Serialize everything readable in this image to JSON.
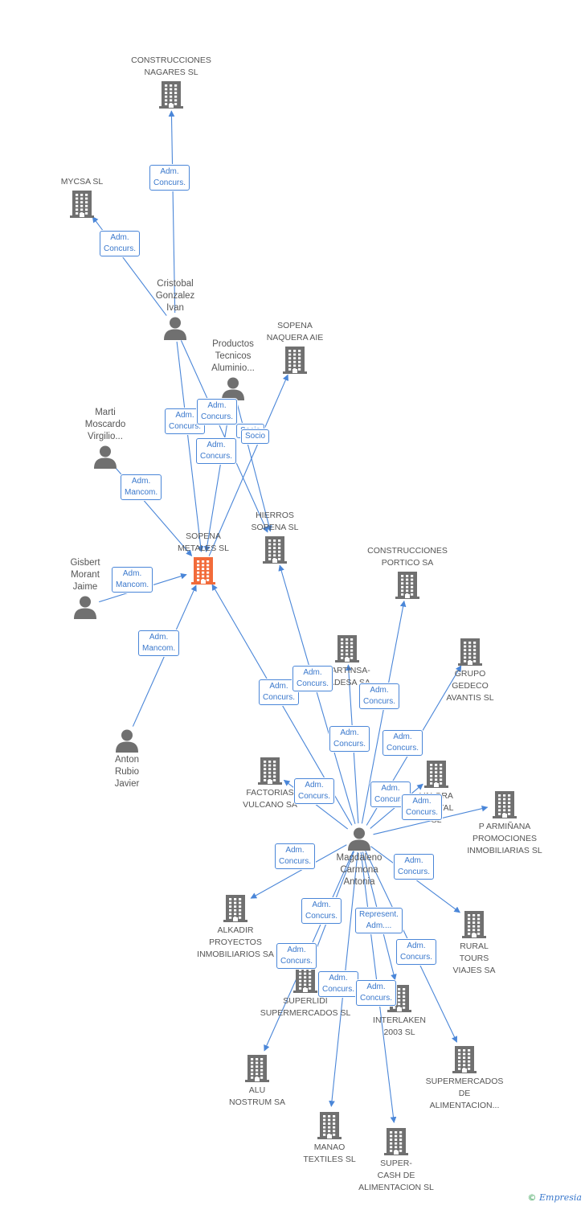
{
  "colors": {
    "edge": "#4a86d8",
    "building": "#707070",
    "focus": "#f26b3a",
    "person": "#707070"
  },
  "nodes": [
    {
      "id": "nagares",
      "type": "company",
      "label": "CONSTRUCCIONES\nNAGARES SL"
    },
    {
      "id": "mycsa",
      "type": "company",
      "label": "MYCSA SL"
    },
    {
      "id": "cristobal",
      "type": "person",
      "label": "Cristobal\nGonzalez\nIvan"
    },
    {
      "id": "sopena_naquera",
      "type": "company",
      "label": "SOPENA\nNAQUERA AIE"
    },
    {
      "id": "productos",
      "type": "person",
      "label": "Productos\nTecnicos\nAluminio..."
    },
    {
      "id": "marti",
      "type": "person",
      "label": "Marti\nMoscardo\nVirgilio..."
    },
    {
      "id": "hierros",
      "type": "company",
      "label": "HIERROS\nSOPENA SL"
    },
    {
      "id": "sopena_metales",
      "type": "focus",
      "label": "SOPENA\nMETALES  SL"
    },
    {
      "id": "gisbert",
      "type": "person",
      "label": "Gisbert\nMorant\nJaime"
    },
    {
      "id": "portico",
      "type": "company",
      "label": "CONSTRUCCIONES\nPORTICO SA"
    },
    {
      "id": "martinsa",
      "type": "company",
      "label": "MARTINSA-\nFADESA SA"
    },
    {
      "id": "gedeco",
      "type": "company",
      "label": "GRUPO\nGEDECO\nAVANTIS SL"
    },
    {
      "id": "anton",
      "type": "person",
      "label": "Anton\nRubio\nJavier"
    },
    {
      "id": "factorias",
      "type": "company",
      "label": "FACTORIAS\nVULCANO SA"
    },
    {
      "id": "valora",
      "type": "company",
      "label": "VALORA\nCAPITAL\nSL"
    },
    {
      "id": "parminana",
      "type": "company",
      "label": "P ARMIÑANA\nPROMOCIONES\nINMOBILIARIAS SL"
    },
    {
      "id": "magdaleno",
      "type": "person",
      "label": "Magdaleno\nCarmona\nAntonia"
    },
    {
      "id": "alkadir",
      "type": "company",
      "label": "ALKADIR\nPROYECTOS\nINMOBILIARIOS SA"
    },
    {
      "id": "rural",
      "type": "company",
      "label": "RURAL\nTOURS\nVIAJES SA"
    },
    {
      "id": "superlidi",
      "type": "company",
      "label": "SUPERLIDI\nSUPERMERCADOS SL"
    },
    {
      "id": "interlaken",
      "type": "company",
      "label": "INTERLAKEN\n2003 SL"
    },
    {
      "id": "alu",
      "type": "company",
      "label": "ALU\nNOSTRUM SA"
    },
    {
      "id": "supermercados",
      "type": "company",
      "label": "SUPERMERCADOS\nDE\nALIMENTACION..."
    },
    {
      "id": "manao",
      "type": "company",
      "label": "MANAO\nTEXTILES SL"
    },
    {
      "id": "supercash",
      "type": "company",
      "label": "SUPER-\nCASH DE\nALIMENTACION SL"
    }
  ],
  "edges": [
    {
      "from": "cristobal",
      "to": "nagares",
      "label": "Adm.\nConcurs."
    },
    {
      "from": "cristobal",
      "to": "mycsa",
      "label": "Adm.\nConcurs."
    },
    {
      "from": "cristobal",
      "to": "sopena_metales",
      "label": "Adm.\nConcurs."
    },
    {
      "from": "cristobal",
      "to": "hierros",
      "label": "Adm.\nConcurs."
    },
    {
      "from": "productos",
      "to": "sopena_metales",
      "label": "Adm.\nConcurs."
    },
    {
      "from": "productos",
      "to": "hierros",
      "label": "Socio"
    },
    {
      "from": "sopena_metales",
      "to": "sopena_naquera",
      "label": "Socio"
    },
    {
      "from": "marti",
      "to": "sopena_metales",
      "label": "Adm.\nMancom."
    },
    {
      "from": "gisbert",
      "to": "sopena_metales",
      "label": "Adm.\nMancom."
    },
    {
      "from": "anton",
      "to": "sopena_metales",
      "label": "Adm.\nMancom."
    },
    {
      "from": "magdaleno",
      "to": "sopena_metales",
      "label": "Adm.\nConcurs."
    },
    {
      "from": "magdaleno",
      "to": "hierros",
      "label": "Adm.\nConcurs."
    },
    {
      "from": "magdaleno",
      "to": "martinsa",
      "label": "Adm.\nConcurs."
    },
    {
      "from": "magdaleno",
      "to": "portico",
      "label": "Adm.\nConcurs."
    },
    {
      "from": "magdaleno",
      "to": "gedeco",
      "label": "Adm.\nConcurs."
    },
    {
      "from": "magdaleno",
      "to": "factorias",
      "label": "Adm.\nConcurs."
    },
    {
      "from": "magdaleno",
      "to": "valora",
      "label": "Adm.\nConcurs."
    },
    {
      "from": "magdaleno",
      "to": "parminana",
      "label": "Adm.\nConcurs."
    },
    {
      "from": "magdaleno",
      "to": "alkadir",
      "label": "Adm.\nConcurs."
    },
    {
      "from": "magdaleno",
      "to": "rural",
      "label": "Adm.\nConcurs."
    },
    {
      "from": "magdaleno",
      "to": "superlidi",
      "label": "Adm.\nConcurs."
    },
    {
      "from": "magdaleno",
      "to": "interlaken",
      "label": "Represent.\nAdm...."
    },
    {
      "from": "magdaleno",
      "to": "alu",
      "label": "Adm.\nConcurs."
    },
    {
      "from": "magdaleno",
      "to": "supermercados",
      "label": "Adm.\nConcurs."
    },
    {
      "from": "magdaleno",
      "to": "manao",
      "label": "Adm.\nConcurs."
    },
    {
      "from": "magdaleno",
      "to": "supercash",
      "label": "Adm.\nConcurs."
    }
  ],
  "footer": {
    "copyright": "©",
    "brand": "Empresia"
  }
}
